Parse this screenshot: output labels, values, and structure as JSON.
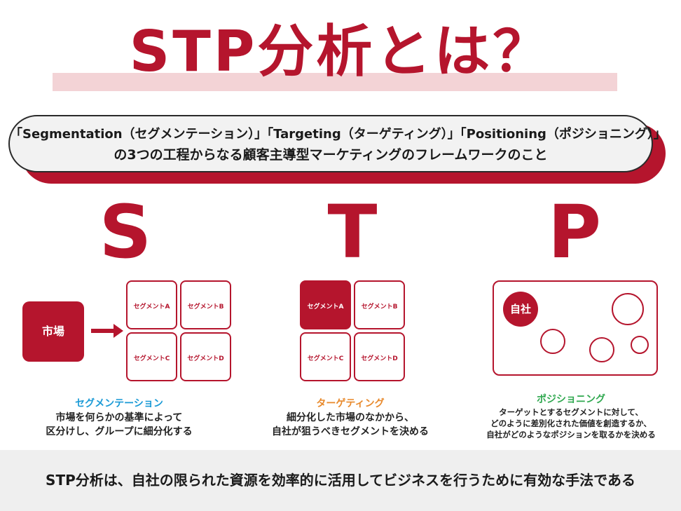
{
  "title": "STP分析とは？",
  "definition": {
    "line1": "「Segmentation（セグメンテーション）」「Targeting（ターゲティング）」「Positioning（ポジショニング）」",
    "line2": "の3つの工程からなる顧客主導型マーケティングのフレームワークのこと"
  },
  "letters": [
    "S",
    "T",
    "P"
  ],
  "segmentation": {
    "market_label": "市場",
    "segments": [
      "セグメントA",
      "セグメントB",
      "セグメントC",
      "セグメントD"
    ],
    "heading": "セグメンテーション",
    "heading_color": "#1a9ad6",
    "desc_line1": "市場を何らかの基準によって",
    "desc_line2": "区分けし、グループに細分化する"
  },
  "targeting": {
    "segments": [
      "セグメントA",
      "セグメントB",
      "セグメントC",
      "セグメントD"
    ],
    "selected_segment": "セグメントA",
    "heading": "ターゲティング",
    "heading_color": "#e8892b",
    "desc_line1": "細分化した市場のなかから、",
    "desc_line2": "自社が狙うべきセグメントを決める"
  },
  "positioning": {
    "self_label": "自社",
    "heading": "ポジショニング",
    "heading_color": "#2fa84f",
    "desc_line1": "ターゲットとするセグメントに対して、",
    "desc_line2": "どのように差別化された価値を創造するか、",
    "desc_line3": "自社がどのようなポジションを取るかを決める"
  },
  "footer": "STP分析は、自社の限られた資源を効率的に活用してビジネスを行うために有効な手法である",
  "colors": {
    "accent": "#b5152d",
    "highlight": "#f3d3d6",
    "footer_bg": "#efefef"
  }
}
